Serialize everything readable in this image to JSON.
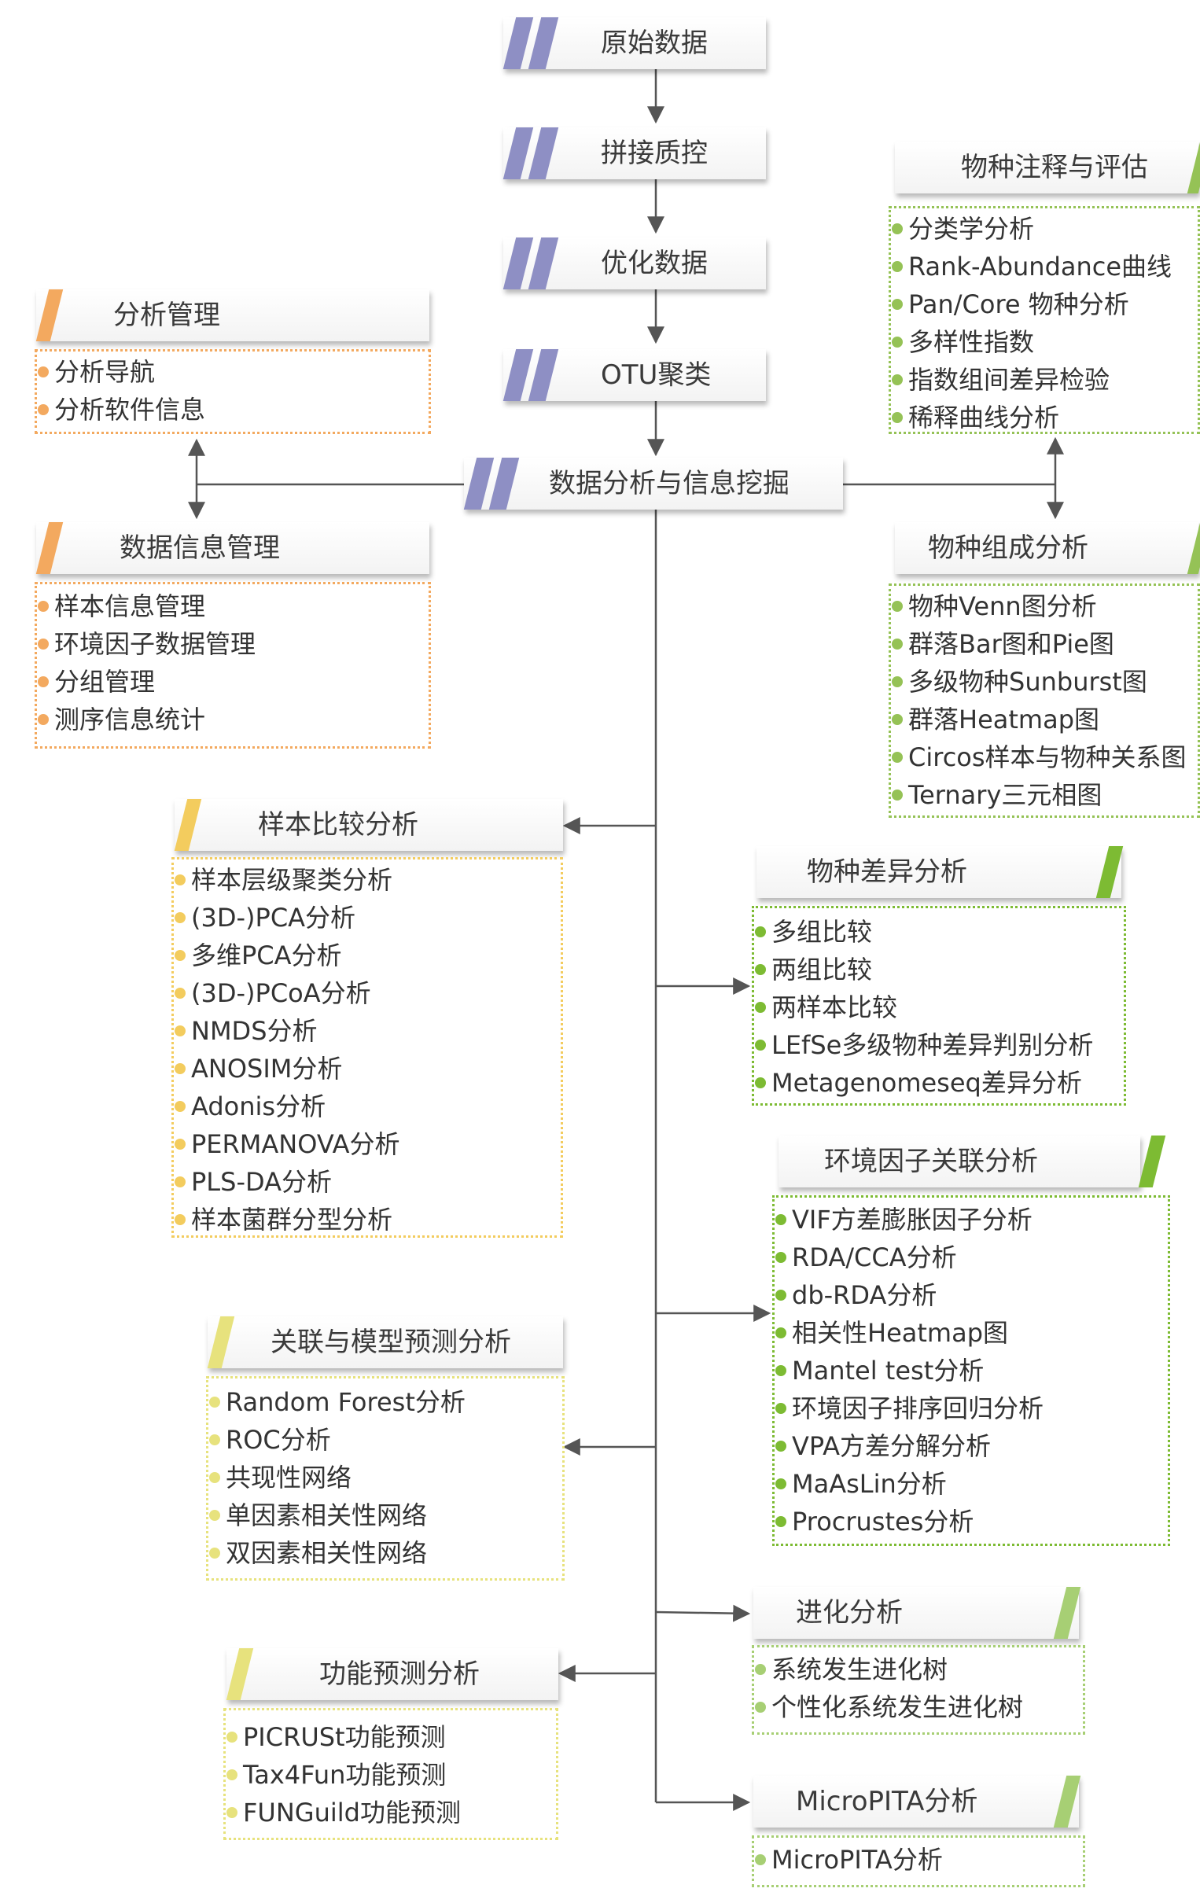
{
  "colors": {
    "pipeline": "#8e8fc4",
    "orange": "#f3a95f",
    "yellow": "#f3cc5e",
    "yellowLight": "#e7e27d",
    "green": "#95c256",
    "greenBright": "#7dbb33",
    "greenLight": "#a7cf74",
    "line": "#555555"
  },
  "pipeline": [
    "原始数据",
    "拼接质控",
    "优化数据",
    "OTU聚类"
  ],
  "center": "数据分析与信息挖掘",
  "left": {
    "analysis_mgmt": {
      "title": "分析管理",
      "items": [
        "分析导航",
        "分析软件信息"
      ]
    },
    "data_info_mgmt": {
      "title": "数据信息管理",
      "items": [
        "样本信息管理",
        "环境因子数据管理",
        "分组管理",
        "测序信息统计"
      ]
    },
    "sample_compare": {
      "title": "样本比较分析",
      "items": [
        "样本层级聚类分析",
        "(3D-)PCA分析",
        "多维PCA分析",
        "(3D-)PCoA分析",
        "NMDS分析",
        "ANOSIM分析",
        "Adonis分析",
        "PERMANOVA分析",
        "PLS-DA分析",
        "样本菌群分型分析"
      ]
    },
    "correlation_model": {
      "title": "关联与模型预测分析",
      "items": [
        "Random Forest分析",
        "ROC分析",
        "共现性网络",
        "单因素相关性网络",
        "双因素相关性网络"
      ]
    },
    "function_predict": {
      "title": "功能预测分析",
      "items": [
        "PICRUSt功能预测",
        "Tax4Fun功能预测",
        "FUNGuild功能预测"
      ]
    }
  },
  "right": {
    "species_annotation": {
      "title": "物种注释与评估",
      "items": [
        "分类学分析",
        "Rank-Abundance曲线",
        "Pan/Core 物种分析",
        "多样性指数",
        "指数组间差异检验",
        "稀释曲线分析"
      ]
    },
    "species_composition": {
      "title": "物种组成分析",
      "items": [
        "物种Venn图分析",
        "群落Bar图和Pie图",
        "多级物种Sunburst图",
        "群落Heatmap图",
        "Circos样本与物种关系图",
        "Ternary三元相图"
      ]
    },
    "species_difference": {
      "title": "物种差异分析",
      "items": [
        "多组比较",
        "两组比较",
        "两样本比较",
        "LEfSe多级物种差异判别分析",
        "Metagenomeseq差异分析"
      ]
    },
    "env_factor": {
      "title": "环境因子关联分析",
      "items": [
        "VIF方差膨胀因子分析",
        "RDA/CCA分析",
        "db-RDA分析",
        "相关性Heatmap图",
        "Mantel test分析",
        "环境因子排序回归分析",
        "VPA方差分解分析",
        "MaAsLin分析",
        "Procrustes分析"
      ]
    },
    "evolution": {
      "title": "进化分析",
      "items": [
        "系统发生进化树",
        "个性化系统发生进化树"
      ]
    },
    "micropita": {
      "title": "MicroPITA分析",
      "items": [
        "MicroPITA分析"
      ]
    }
  }
}
